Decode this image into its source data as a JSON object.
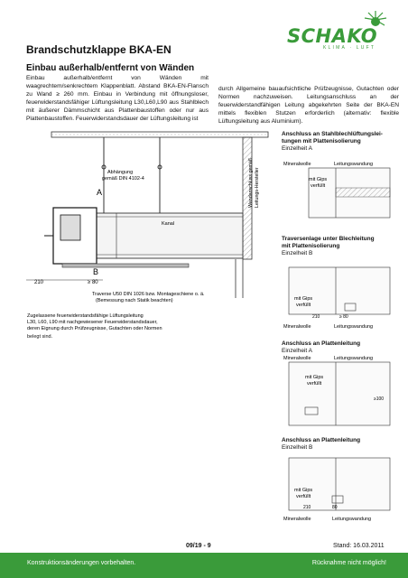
{
  "brand": {
    "name": "SCHAKO",
    "sub": "KLIMA · LUFT",
    "color": "#3a9b3a"
  },
  "title": "Brandschutzklappe BKA-EN",
  "subtitle": "Einbau außerhalb/entfernt von Wänden",
  "para1": "Einbau außerhalb/entfernt von Wänden mit waagrechtem/senkrechtem Klappenblatt. Abstand BKA-EN-Flansch zu Wand ≥ 260 mm. Einbau in Verbindung mit öffnungsloser, feuerwiderstandsfähiger Lüftungsleitung L30,L60,L90 aus Stahlblech mit äußerer Dämmschicht aus Plattenbaustoffen oder nur aus Plattenbaustoffen. Feuerwiderstandsdauer der Lüftungsleitung ist",
  "para2": "durch Allgemeine bauaufsichtliche Prüfzeugnisse, Gutachten oder Normen nachzuweisen. Leitungsanschluss an der feuerwiderstandfähigen Leitung abgekehrten Seite der BKA-EN mittels flexiblen Stutzen erforderlich (alternativ: flexible Lüftungsleitung aus Aluminium).",
  "drawing": {
    "abhaengung": "Abhängung",
    "abhaengung2": "gemäß DIN 4102-4",
    "label_a": "A",
    "label_b": "B",
    "kanal": "Kanal",
    "wand": "Wandanschluss gemäß",
    "wand2": "Leitungs-Hersteller",
    "dim_210": "210",
    "dim_80": "≥ 80",
    "traverse": "Traverse U50 DIN 1026 bzw. Montageschiene o. ä.",
    "traverse2": "(Bemessung nach Statik beachten)",
    "zugel": "Zugelassene feuerwiderstandsfähige Lüftungsleitung",
    "zugel2": "L30, L60, L90 mit nachgewiesener Feuerwiderstandsdauer,",
    "zugel3": "deren Eignung durch Prüfzeugnisse, Gutachten oder Normen",
    "zugel4": "belegt sind."
  },
  "sections": {
    "s1_title": "Anschluss an Stahlblechlüftungslei-",
    "s1_title2": "tungen mit Plattenisolierung",
    "s1_sub": "Einzelheit A",
    "s2_title": "Traversenlage unter Blechleitung",
    "s2_title2": "mit Plattenisolierung",
    "s2_sub": "Einzelheit B",
    "s3_title": "Anschluss an Plattenleitung",
    "s3_sub": "Einzelheit A",
    "s4_title": "Anschluss an Plattenleitung",
    "s4_sub": "Einzelheit B",
    "mineralwolle": "Mineralwolle",
    "leitungswandung": "Leitungswandung",
    "mit_gips": "mit Gips",
    "verfuellt": "verfüllt",
    "d210": "210",
    "d80": "≥ 80",
    "d100": "≥100",
    "d80b": "80"
  },
  "page_no": "09/19 - 9",
  "stand": "Stand: 16.03.2011",
  "footer_left": "Konstruktionsänderungen vorbehalten.",
  "footer_right": "Rücknahme nicht möglich!"
}
